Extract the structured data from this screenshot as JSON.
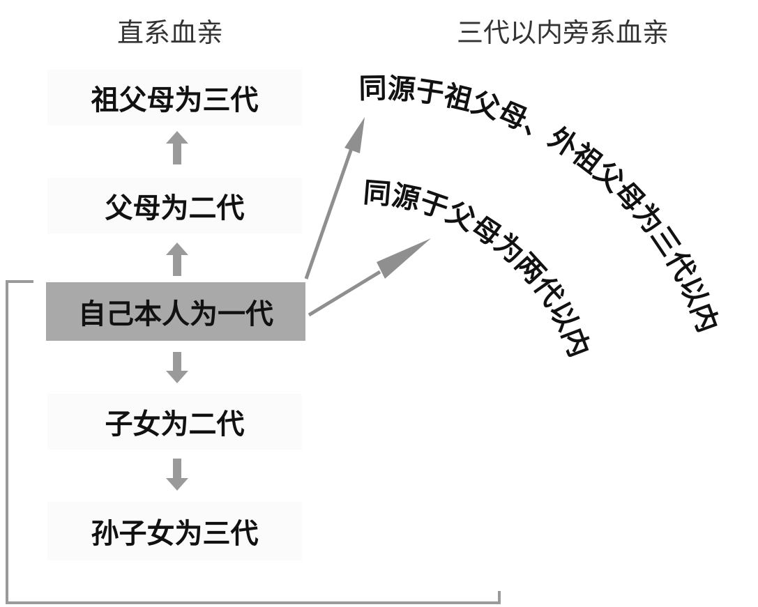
{
  "headers": {
    "lineal": "直系血亲",
    "collateral": "三代以内旁系血亲"
  },
  "lineal_boxes": {
    "grandparents": "祖父母为三代",
    "parents": "父母为二代",
    "self": "自己本人为一代",
    "children": "子女为二代",
    "grandchildren": "孙子女为三代"
  },
  "collateral_arcs": {
    "outer": "同源于祖父母、外祖父母为三代以内",
    "inner": "同源于父母为两代以内"
  },
  "colors": {
    "self_box": "#a9a9a9",
    "arrow": "#8f8f8f",
    "bracket": "#9a9a9a",
    "text": "#111111"
  }
}
